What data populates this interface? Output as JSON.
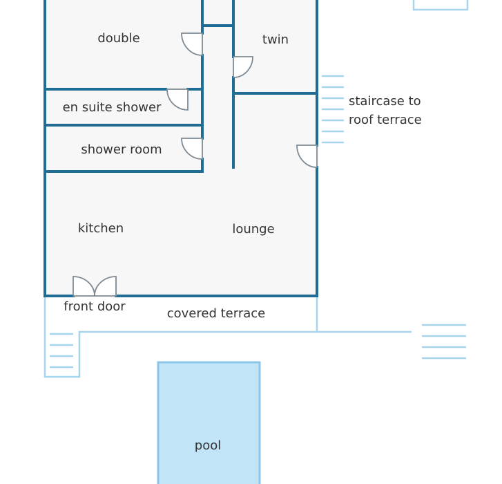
{
  "colors": {
    "wall": "#1f6d95",
    "outline": "#a8d5ee",
    "floor": "#f7f7f8",
    "door": "#7e8a93",
    "pool_fill": "#c2e4f7",
    "pool_border": "#8cc5e6",
    "text": "#333333"
  },
  "rooms": {
    "double": "double",
    "twin": "twin",
    "en_suite": "en suite shower",
    "shower_room": "shower room",
    "kitchen": "kitchen",
    "lounge": "lounge"
  },
  "labels": {
    "staircase_line1": "staircase to",
    "staircase_line2": "roof terrace",
    "front_door": "front door",
    "covered_terrace": "covered terrace",
    "pool": "pool"
  }
}
